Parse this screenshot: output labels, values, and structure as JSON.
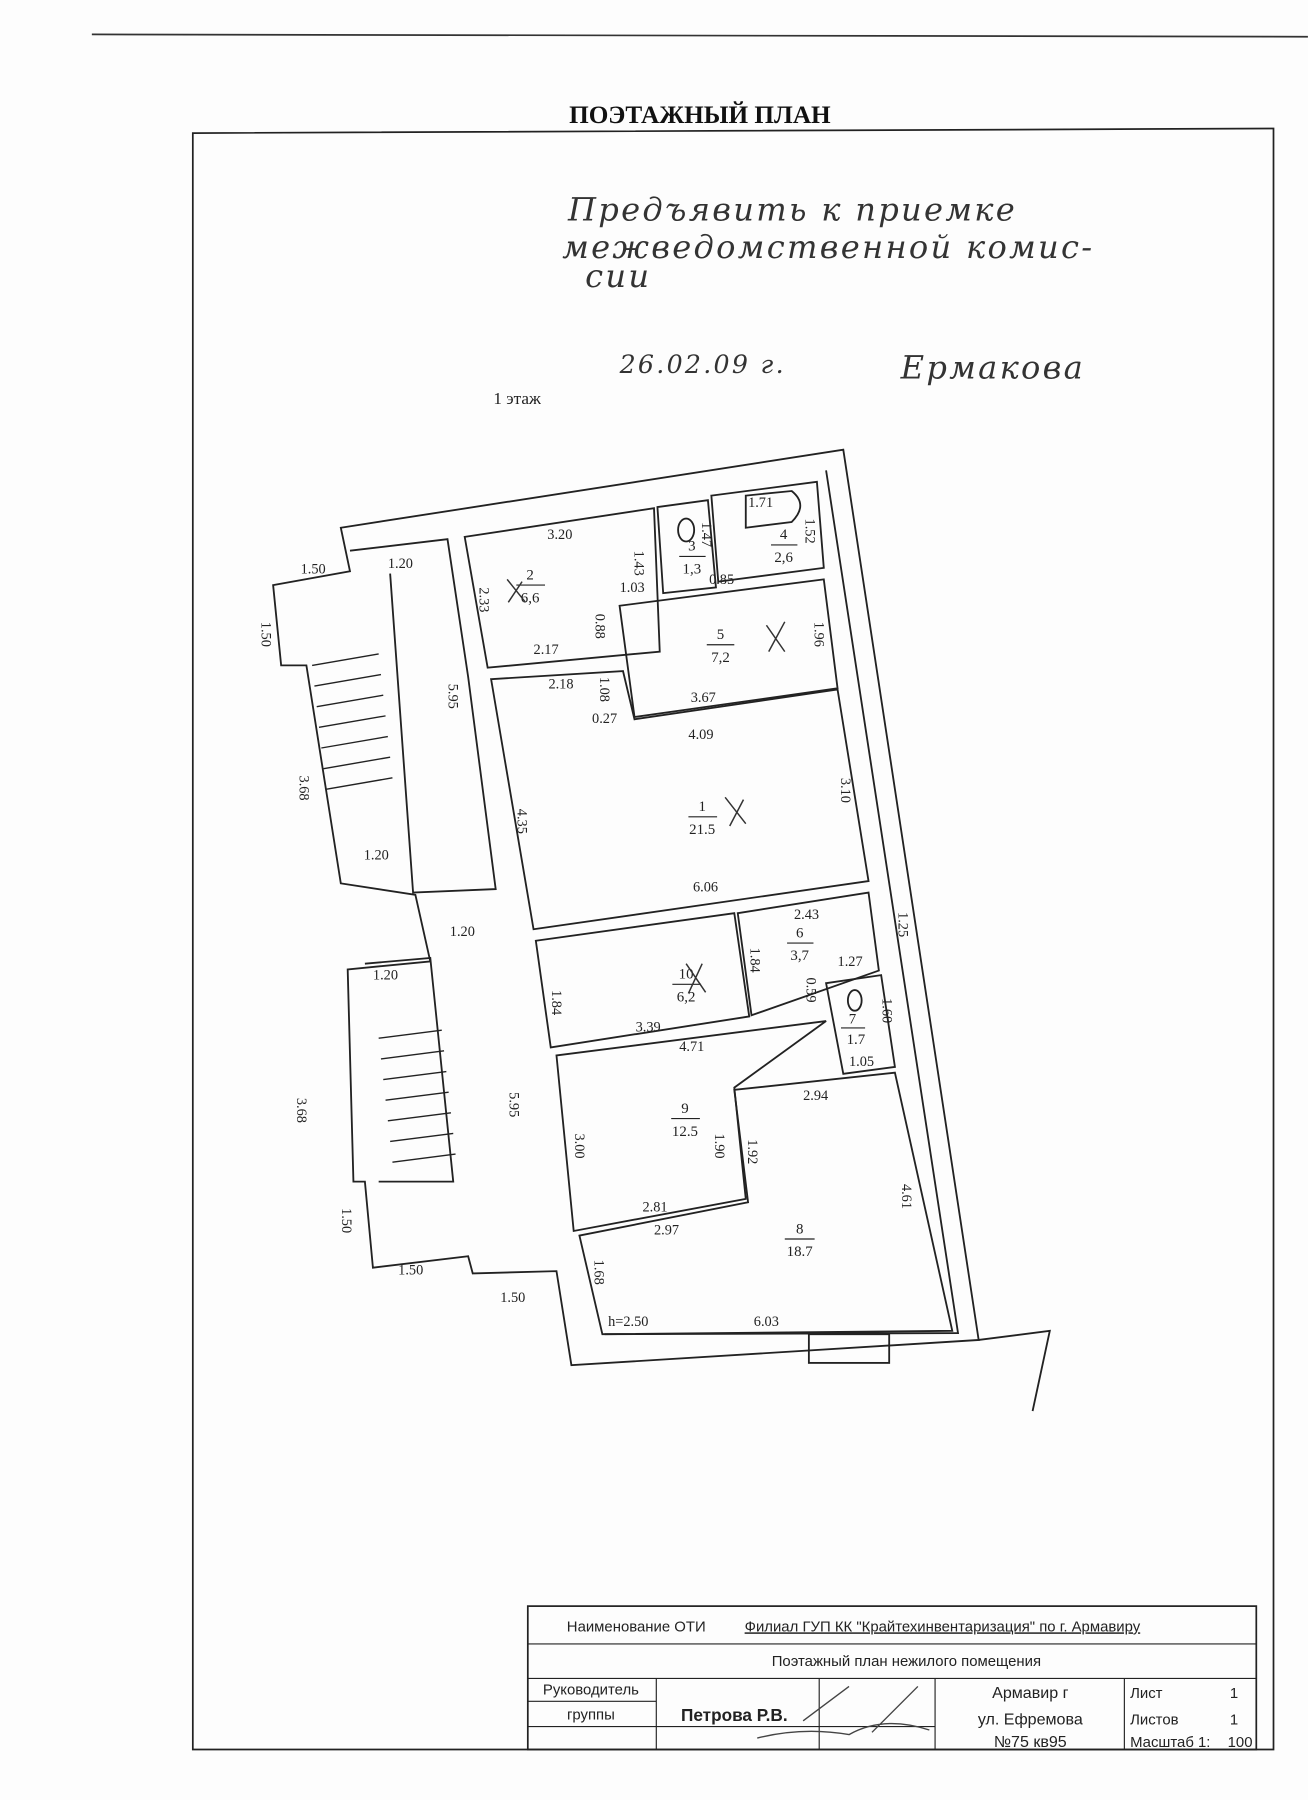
{
  "title": "ПОЭТАЖНЫЙ ПЛАН",
  "handwritten_note": {
    "lines": [
      "Предъявить к приемке",
      "межведомственной комис-",
      "сии"
    ],
    "date": "26.02.09 г.",
    "signature": "Ермакова"
  },
  "floor_label": "1 этаж",
  "plan": {
    "rooms": [
      {
        "number": "1",
        "area": "21.5"
      },
      {
        "number": "2",
        "area": "6,6"
      },
      {
        "number": "3",
        "area": "1,3"
      },
      {
        "number": "4",
        "area": "2,6"
      },
      {
        "number": "5",
        "area": "7,2"
      },
      {
        "number": "6",
        "area": "3,7"
      },
      {
        "number": "7",
        "area": "1.7"
      },
      {
        "number": "8",
        "area": "18.7"
      },
      {
        "number": "9",
        "area": "12.5"
      },
      {
        "number": "10",
        "area": "6,2"
      }
    ],
    "dims": [
      "1.50",
      "1.20",
      "3.20",
      "1.43",
      "1.47",
      "1.71",
      "1.52",
      "2.33",
      "1.03",
      "0.85",
      "1.50",
      "0.88",
      "1.96",
      "2.17",
      "2.18",
      "5.95",
      "1.08",
      "0.27",
      "3.67",
      "4.09",
      "3.68",
      "4.35",
      "3.10",
      "1.20",
      "6.06",
      "2.43",
      "1.25",
      "1.27",
      "1.20",
      "1.20",
      "1.84",
      "1.84",
      "0.59",
      "1.60",
      "3.39",
      "4.71",
      "1.05",
      "2.94",
      "5.95",
      "3.68",
      "3.00",
      "1.90",
      "1.92",
      "4.61",
      "1.50",
      "2.81",
      "2.97",
      "1.50",
      "1.68",
      "1.50",
      "6.03"
    ],
    "height": "h=2.50"
  },
  "title_block": {
    "org_prefix": "Наименование ОТИ",
    "org_name": "Филиал ГУП КК \"Крайтехинвентаризация\" по г. Армавиру",
    "doc_name": "Поэтажный план нежилого помещения",
    "role_line1": "Руководитель",
    "role_line2": "группы",
    "person": "Петрова Р.В.",
    "city": "Армавир г",
    "street": "ул. Ефремова",
    "address_no": "№75 кв95",
    "sheet_label": "Лист",
    "sheet_value": "1",
    "sheets_label": "Листов",
    "sheets_value": "1",
    "scale_label": "Масштаб 1:",
    "scale_value": "100"
  }
}
